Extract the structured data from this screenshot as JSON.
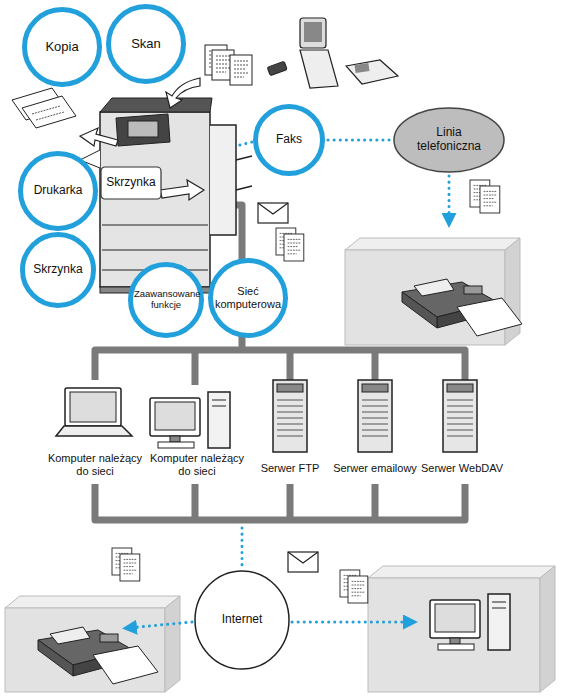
{
  "diagram": {
    "nodes": [
      {
        "text": [
          "Kopia"
        ]
      },
      {
        "text": [
          "Skan"
        ]
      },
      {
        "text": [
          "Faks"
        ]
      },
      {
        "text": [
          "Linia telefoniczna"
        ]
      },
      {
        "text": [
          "Drukarka"
        ]
      },
      {
        "text": [
          "Skrzynka"
        ]
      },
      {
        "text": [
          "Skrzynka"
        ]
      },
      {
        "text": [
          "Zaawansowane funkcje"
        ]
      },
      {
        "text": [
          "Sieć komputerowa"
        ]
      },
      {
        "text": [
          "Internet"
        ]
      }
    ],
    "edges": [
      {
        "from": 2,
        "to": 3,
        "arrow": "none"
      }
    ],
    "labels": [
      "Komputer należący do sieci",
      "Komputer należący do sieci",
      "Serwer FTP",
      "Serwer emailowy",
      "Serwer WebDAV"
    ]
  }
}
